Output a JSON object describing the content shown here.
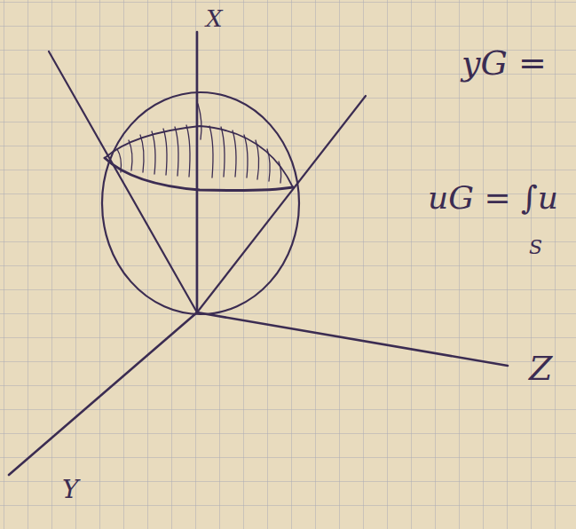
{
  "diagram": {
    "labels": [
      "X",
      "Z",
      "Y",
      "yG =",
      "uG = ∫u",
      "S"
    ]
  }
}
